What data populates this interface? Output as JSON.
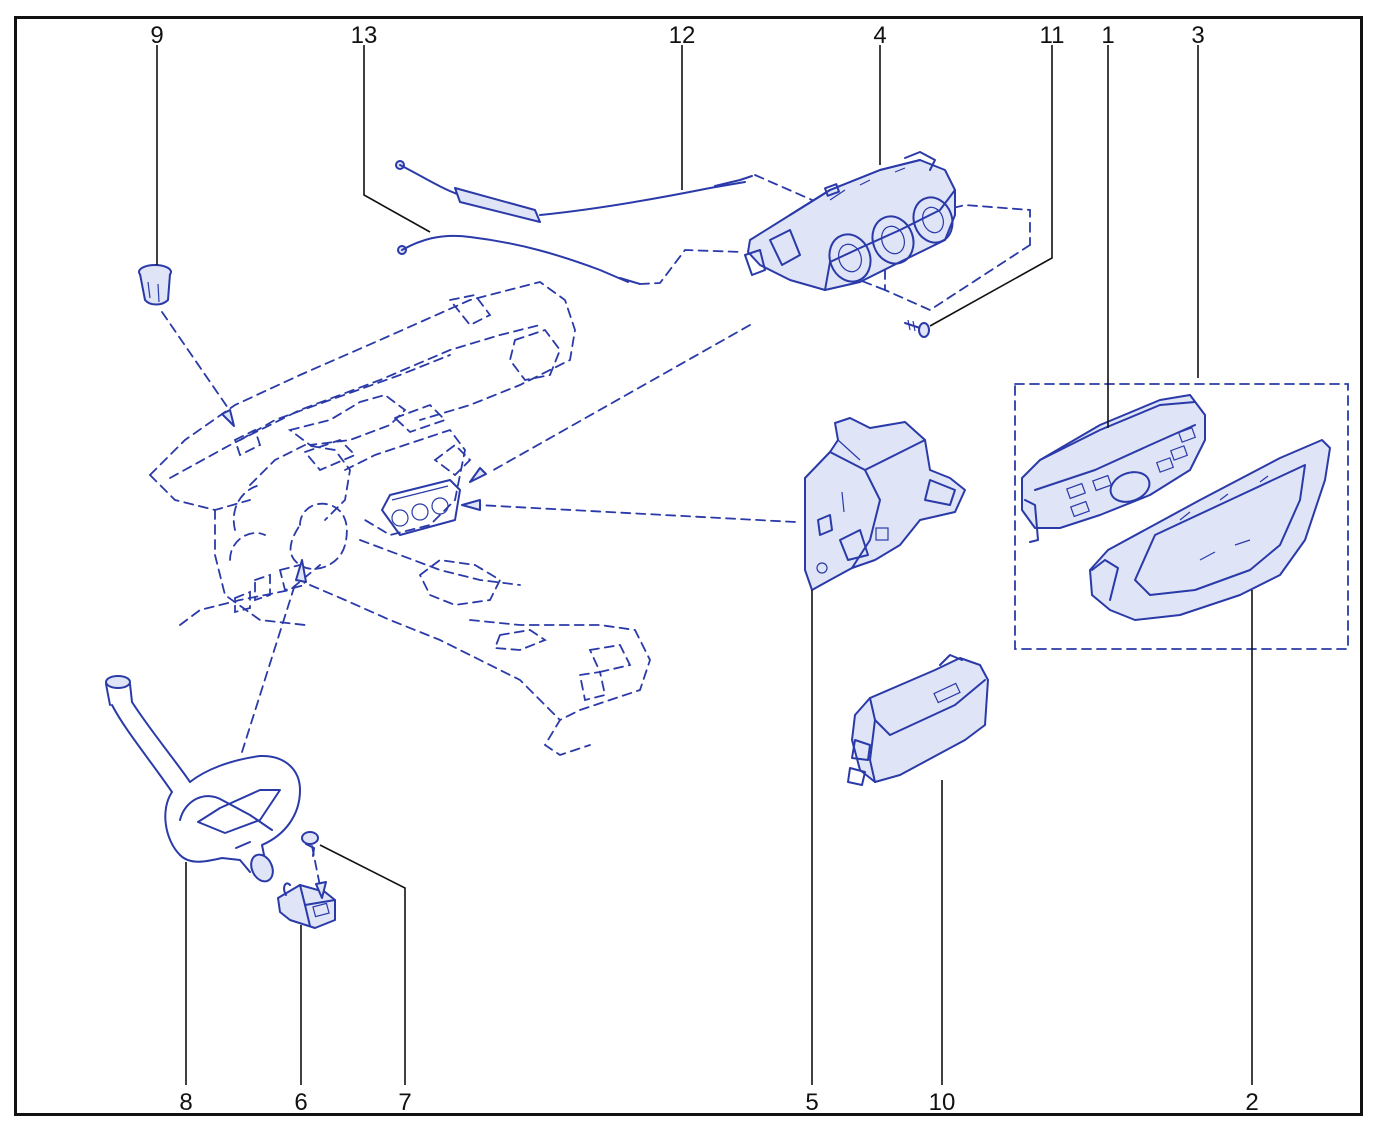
{
  "callouts": [
    {
      "id": "c9",
      "text": "9"
    },
    {
      "id": "c13",
      "text": "13"
    },
    {
      "id": "c12",
      "text": "12"
    },
    {
      "id": "c4",
      "text": "4"
    },
    {
      "id": "c11",
      "text": "11"
    },
    {
      "id": "c1",
      "text": "1"
    },
    {
      "id": "c3",
      "text": "3"
    },
    {
      "id": "c8",
      "text": "8"
    },
    {
      "id": "c6",
      "text": "6"
    },
    {
      "id": "c7",
      "text": "7"
    },
    {
      "id": "c5",
      "text": "5"
    },
    {
      "id": "c10",
      "text": "10"
    },
    {
      "id": "c2",
      "text": "2"
    }
  ],
  "colors": {
    "line_art": "#2a3aa8",
    "leader": "#111111",
    "frame": "#111111"
  }
}
